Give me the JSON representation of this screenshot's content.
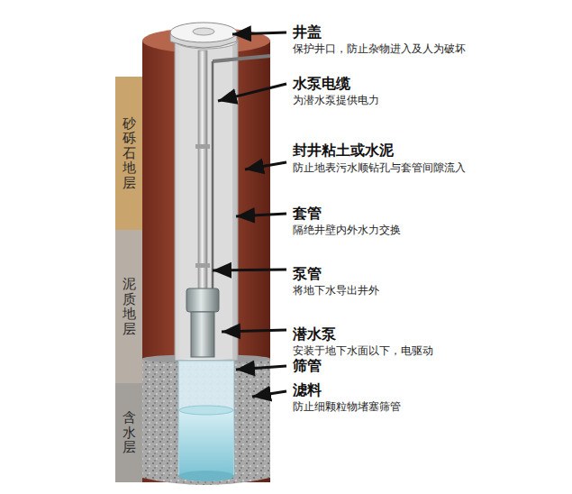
{
  "diagram": {
    "nodes": [
      {
        "text": [
          "砂砾石地层"
        ]
      },
      {
        "text": [
          "泥质地层"
        ]
      },
      {
        "text": [
          "含水层"
        ]
      }
    ],
    "labels": [
      "井盖",
      "保护井口，防止杂物进入及人为破坏",
      "水泵电缆",
      "为潜水泵提供电力",
      "封井粘土或水泥",
      "防止地表污水顺钻孔与套管间隙流入",
      "套管",
      "隔绝井壁内外水力交换",
      "泵管",
      "将地下水导出井外",
      "潜水泵",
      "安装于地下水面以下，电驱动",
      "筛管",
      "滤料",
      "防止细颗粒物堵塞筛管"
    ]
  }
}
